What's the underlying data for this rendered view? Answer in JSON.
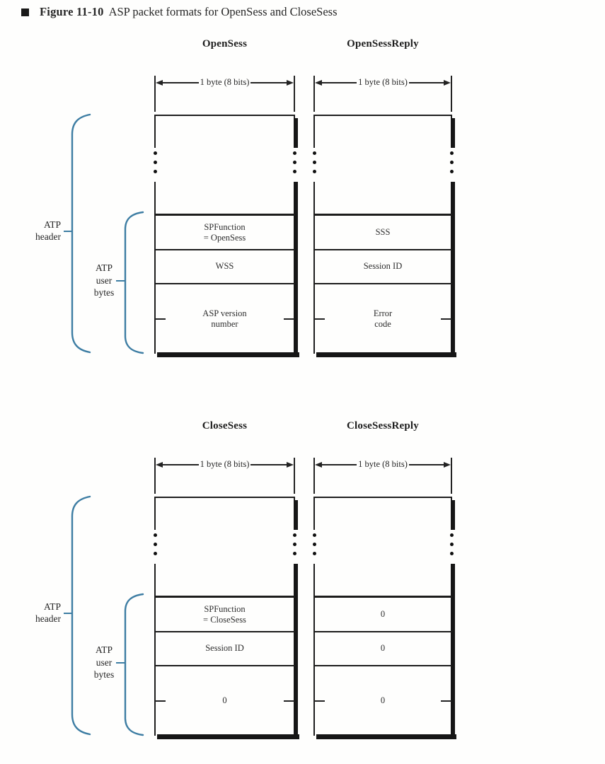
{
  "figure": {
    "bullet": "",
    "label": "Figure 11-10",
    "caption": "ASP packet formats for OpenSess and CloseSess"
  },
  "colors": {
    "brace_blue": "#3d7da3",
    "line_black": "#1e1e1e",
    "background": "#fefefd"
  },
  "groups": [
    {
      "left": {
        "title": "OpenSess",
        "byte_label": "1 byte (8 bits)",
        "rows": [
          "SPFunction\n= OpenSess",
          "WSS",
          "ASP version\nnumber"
        ]
      },
      "right": {
        "title": "OpenSessReply",
        "byte_label": "1 byte (8 bits)",
        "rows": [
          "SSS",
          "Session ID",
          "Error\ncode"
        ]
      },
      "labels": {
        "header_brace": "ATP\nheader",
        "user_brace": "ATP\nuser\nbytes"
      }
    },
    {
      "left": {
        "title": "CloseSess",
        "byte_label": "1 byte (8 bits)",
        "rows": [
          "SPFunction\n= CloseSess",
          "Session ID",
          "0"
        ]
      },
      "right": {
        "title": "CloseSessReply",
        "byte_label": "1 byte (8 bits)",
        "rows": [
          "0",
          "0",
          "0"
        ]
      },
      "labels": {
        "header_brace": "ATP\nheader",
        "user_brace": "ATP\nuser\nbytes"
      }
    }
  ]
}
